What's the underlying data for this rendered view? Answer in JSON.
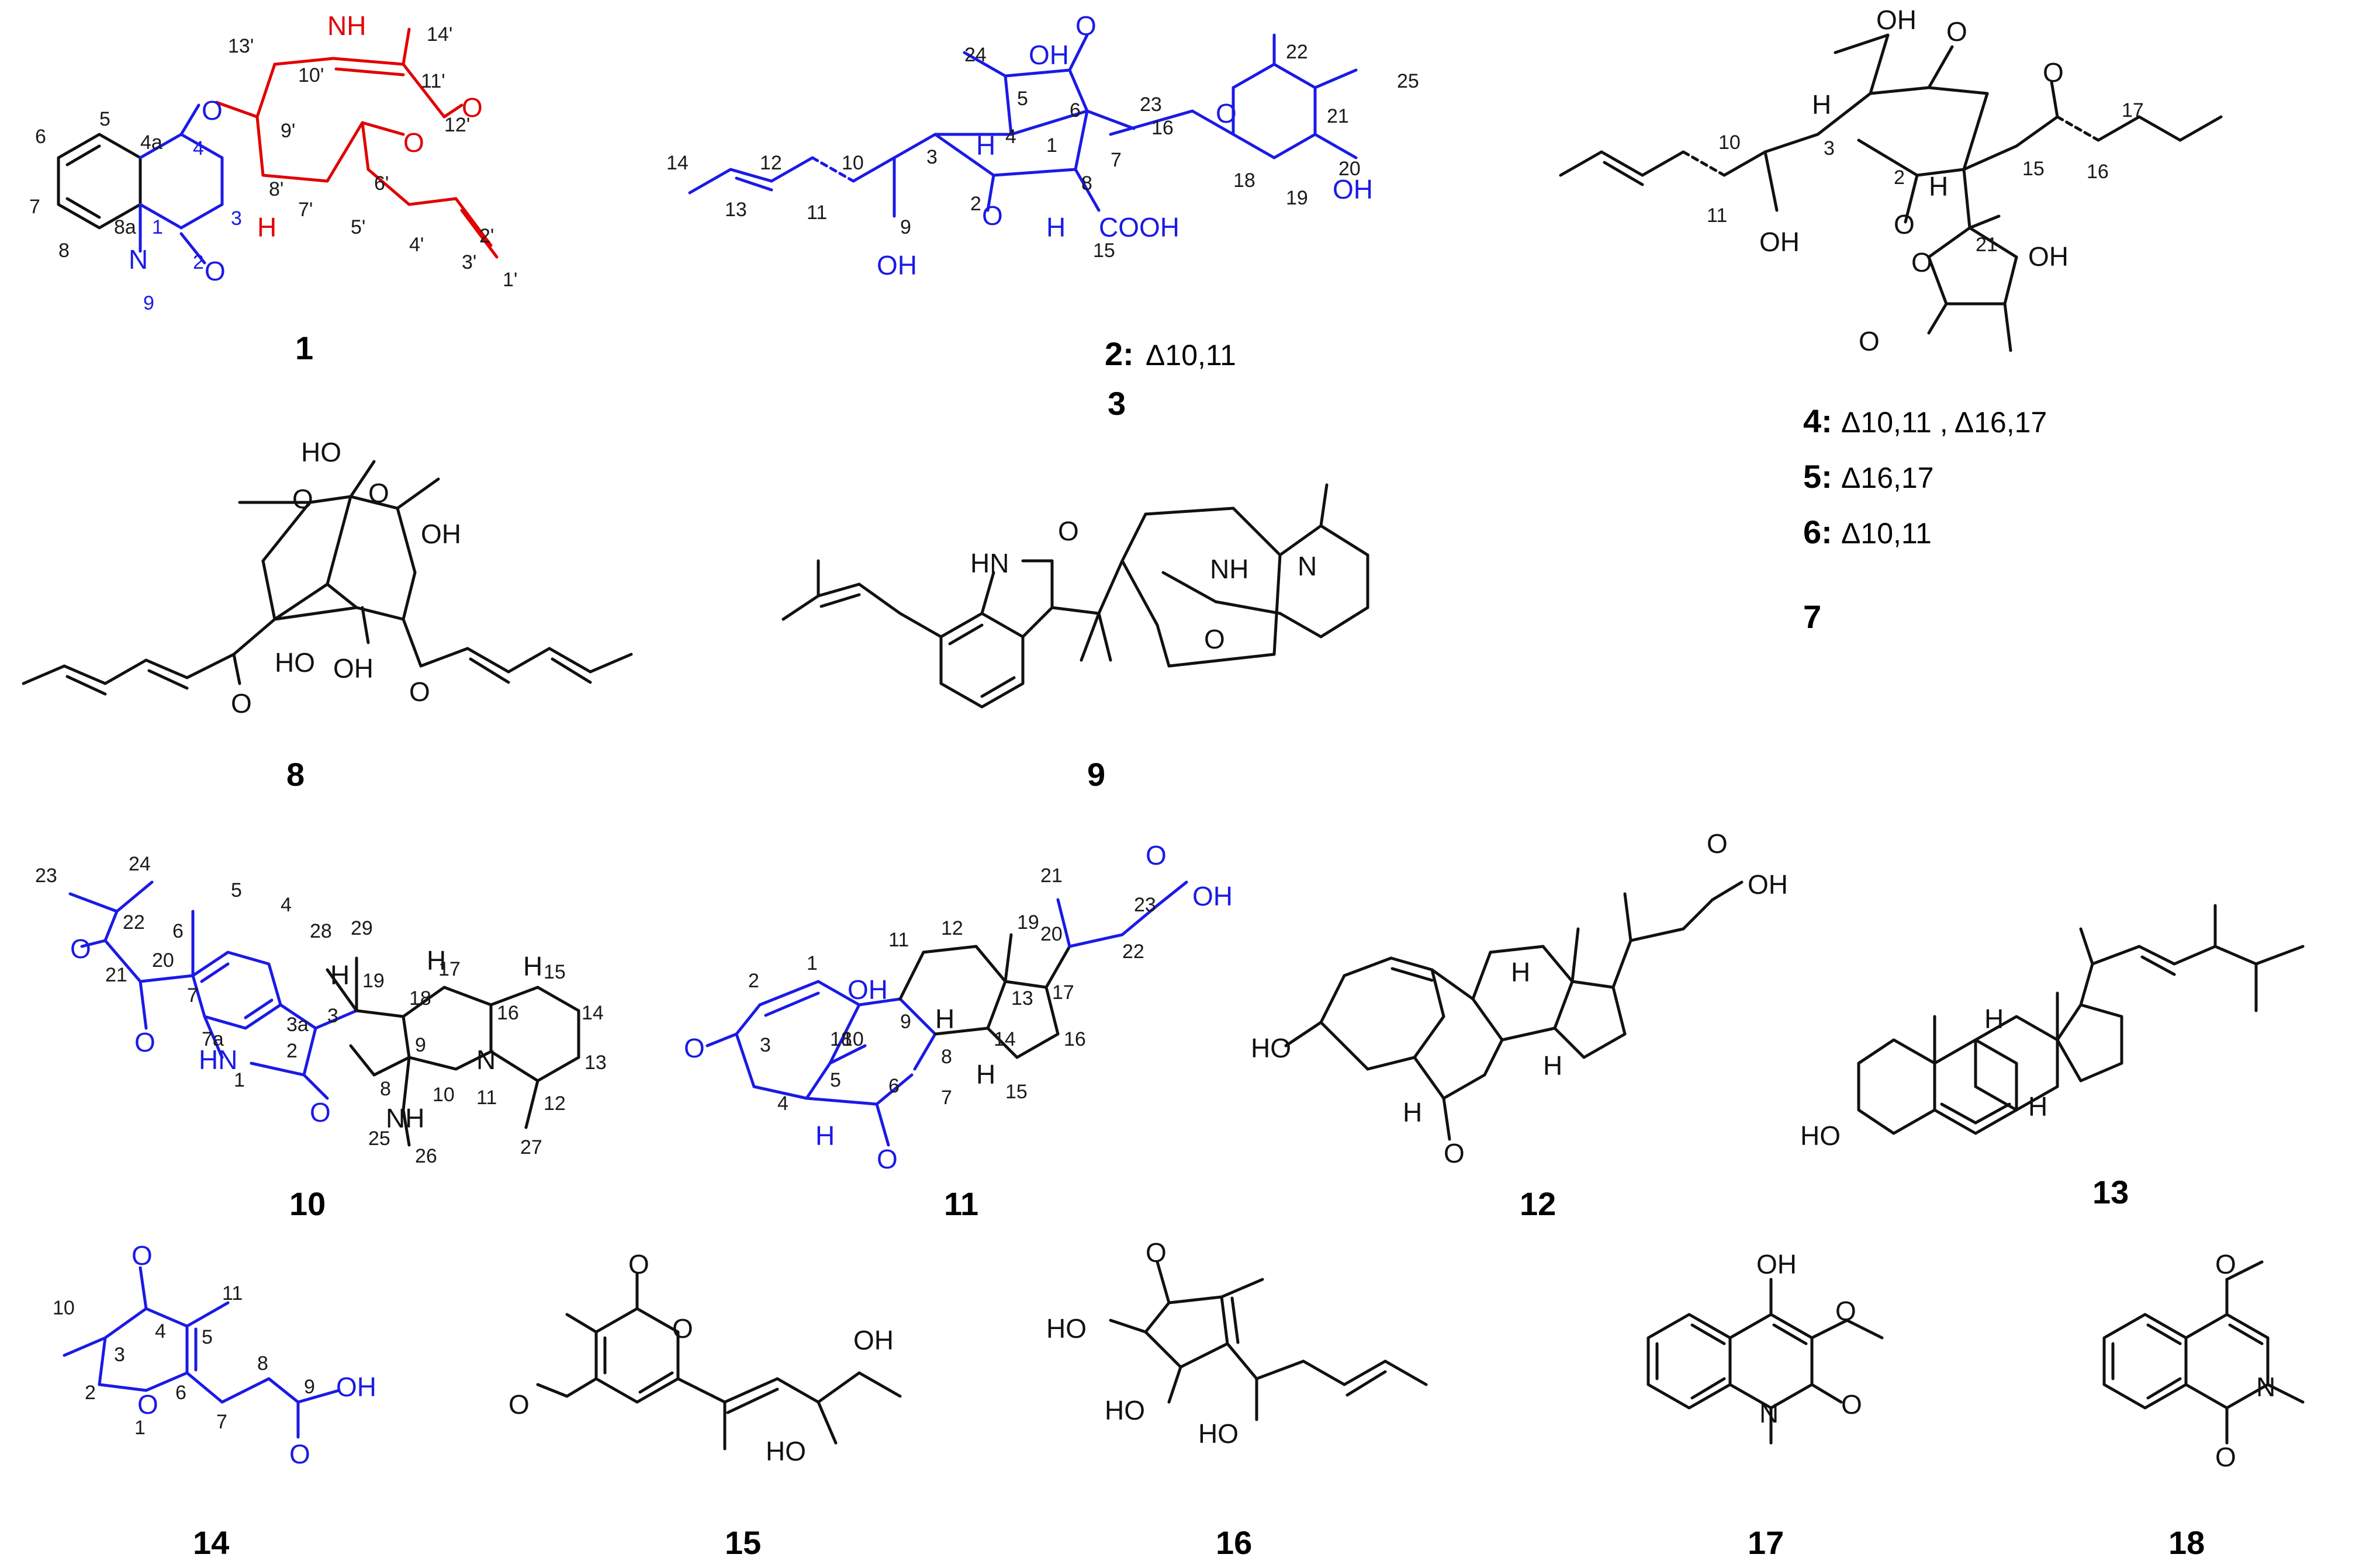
{
  "colors": {
    "black": "#111111",
    "blue": "#1a1ae6",
    "red": "#e00000"
  },
  "compounds": [
    {
      "id": "c1",
      "label": "1",
      "subtitle": ""
    },
    {
      "id": "c2",
      "label": "2:",
      "subtitle": "Δ10,11"
    },
    {
      "id": "c3",
      "label": "3",
      "subtitle": ""
    },
    {
      "id": "c4",
      "label": "4:",
      "subtitle": "Δ10,11 , Δ16,17"
    },
    {
      "id": "c5",
      "label": "5:",
      "subtitle": "Δ16,17"
    },
    {
      "id": "c6",
      "label": "6:",
      "subtitle": "Δ10,11"
    },
    {
      "id": "c7",
      "label": "7",
      "subtitle": ""
    },
    {
      "id": "c8",
      "label": "8",
      "subtitle": ""
    },
    {
      "id": "c9",
      "label": "9",
      "subtitle": ""
    },
    {
      "id": "c10",
      "label": "10",
      "subtitle": ""
    },
    {
      "id": "c11",
      "label": "11",
      "subtitle": ""
    },
    {
      "id": "c12",
      "label": "12",
      "subtitle": ""
    },
    {
      "id": "c13",
      "label": "13",
      "subtitle": ""
    },
    {
      "id": "c14",
      "label": "14",
      "subtitle": ""
    },
    {
      "id": "c15",
      "label": "15",
      "subtitle": ""
    },
    {
      "id": "c16",
      "label": "16",
      "subtitle": ""
    },
    {
      "id": "c17",
      "label": "17",
      "subtitle": ""
    },
    {
      "id": "c18",
      "label": "18",
      "subtitle": ""
    }
  ],
  "atoms": {
    "c1": [
      "O",
      "NH",
      "O",
      "O",
      "N",
      "O",
      "H"
    ],
    "c1_numbering": [
      "13'",
      "14'",
      "10'",
      "11'",
      "12'",
      "9'",
      "8'",
      "7'",
      "6'",
      "5'",
      "4'",
      "3'",
      "2'",
      "1'",
      "5",
      "6",
      "7",
      "8",
      "4a",
      "8a",
      "4",
      "3",
      "2",
      "1",
      "9"
    ],
    "c3": [
      "OH",
      "O",
      "O",
      "O",
      "OH",
      "COOH",
      "H",
      "H",
      "OH"
    ],
    "c3_numbering": [
      "24",
      "5",
      "6",
      "23",
      "1",
      "4",
      "3",
      "7",
      "8",
      "2",
      "15",
      "16",
      "18",
      "19",
      "20",
      "21",
      "22",
      "25",
      "14",
      "12",
      "10",
      "9",
      "13",
      "11"
    ],
    "c7": [
      "OH",
      "O",
      "H",
      "O",
      "O",
      "H",
      "OH",
      "O",
      "O",
      "OH"
    ],
    "c7_numbering": [
      "10",
      "3",
      "2",
      "15",
      "16",
      "17",
      "11",
      "21"
    ],
    "c8": [
      "HO",
      "O",
      "O",
      "OH",
      "HO",
      "OH",
      "O",
      "O"
    ],
    "c9": [
      "HN",
      "O",
      "NH",
      "N",
      "O"
    ],
    "c10": [
      "O",
      "O",
      "HN",
      "O",
      "N",
      "NH",
      "H",
      "H",
      "H"
    ],
    "c10_numbering": [
      "23",
      "24",
      "22",
      "21",
      "20",
      "6",
      "5",
      "4",
      "7",
      "7a",
      "3a",
      "3",
      "2",
      "1",
      "28",
      "29",
      "19",
      "18",
      "17",
      "16",
      "15",
      "14",
      "13",
      "12",
      "11",
      "10",
      "9",
      "8",
      "25",
      "26",
      "27"
    ],
    "c11": [
      "OH",
      "O",
      "O",
      "OH",
      "O",
      "H",
      "H",
      "H"
    ],
    "c11_numbering": [
      "1",
      "2",
      "3",
      "4",
      "5",
      "6",
      "7",
      "8",
      "9",
      "10",
      "11",
      "12",
      "13",
      "14",
      "15",
      "16",
      "17",
      "18",
      "19",
      "20",
      "21",
      "22",
      "23"
    ],
    "c12": [
      "O",
      "OH",
      "HO",
      "H",
      "H",
      "H",
      "O"
    ],
    "c13": [
      "HO",
      "H",
      "H"
    ],
    "c14": [
      "O",
      "O",
      "O",
      "OH"
    ],
    "c14_numbering": [
      "10",
      "11",
      "4",
      "3",
      "5",
      "2",
      "6",
      "1",
      "8",
      "7",
      "9"
    ],
    "c15": [
      "O",
      "O",
      "O",
      "OH",
      "HO"
    ],
    "c16": [
      "O",
      "HO",
      "HO",
      "HO"
    ],
    "c17": [
      "OH",
      "O",
      "N",
      "O"
    ],
    "c18": [
      "O",
      "N",
      "O"
    ]
  }
}
